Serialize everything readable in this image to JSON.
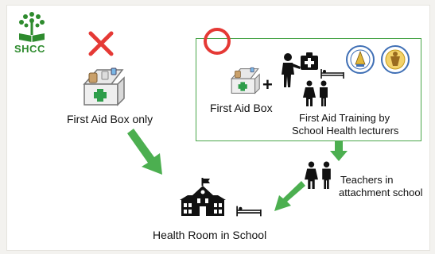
{
  "logo": {
    "text": "SHCC",
    "icon": "tree-book-icon"
  },
  "left_option": {
    "mark": "cross-icon",
    "label": "First Aid Box only"
  },
  "right_option": {
    "mark": "circle-icon",
    "first_aid_box_label": "First Aid Box",
    "plus": "+",
    "training_label_line1": "First Aid Training by",
    "training_label_line2": "School Health lecturers",
    "seals": [
      "university-seal-icon",
      "faculty-seal-icon"
    ]
  },
  "teachers": {
    "label_line1": "Teachers in",
    "label_line2": "attachment school"
  },
  "destination": {
    "label": "Health Room in School"
  },
  "colors": {
    "accent_green": "#4caf50",
    "cross_red": "#e53935",
    "box_border": "#4aa64a"
  }
}
